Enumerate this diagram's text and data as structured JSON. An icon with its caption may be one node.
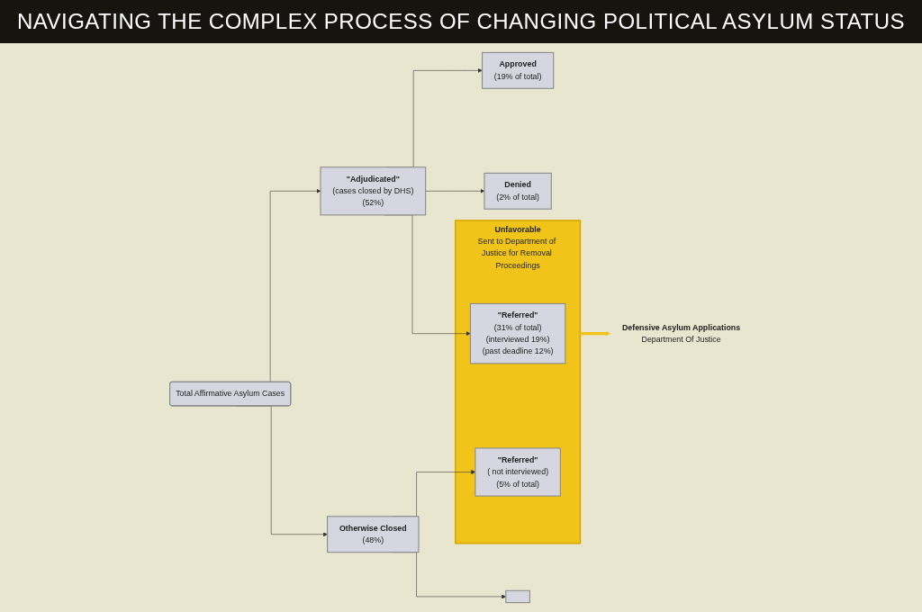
{
  "diagram": {
    "title": "NAVIGATING THE COMPLEX PROCESS OF CHANGING POLITICAL ASYLUM STATUS",
    "nodes": [
      {
        "text": [
          "Total Affirmative Asylum Cases"
        ]
      },
      {
        "text": [
          "\"Adjudicated\"",
          "(cases closed by DHS)",
          "(52%)"
        ]
      },
      {
        "text": [
          "Otherwise Closed",
          "(48%)"
        ]
      },
      {
        "text": [
          "Approved",
          "(19% of total)"
        ]
      },
      {
        "text": [
          "Denied",
          "(2% of total)"
        ]
      },
      {
        "text": [
          "Unfavorable",
          "Sent to Department of Justice for Removal Proceedings"
        ]
      },
      {
        "text": [
          "\"Referred\"",
          "(31% of total)",
          "(interviewed 19%)",
          "(past deadline 12%)"
        ],
        "in": 5
      },
      {
        "text": [
          "\"Referred\"",
          "( not interviewed)",
          "(5% of total)"
        ],
        "in": 5
      },
      {
        "text": [],
        "shape": "box"
      },
      {
        "text": [
          "Defensive Asylum Applications",
          "Department Of Justice"
        ]
      }
    ],
    "edges": [
      {
        "from": 0,
        "to": 1,
        "arrow": "to"
      },
      {
        "from": 0,
        "to": 2,
        "arrow": "to"
      },
      {
        "from": 1,
        "to": 3,
        "arrow": "to"
      },
      {
        "from": 1,
        "to": 4,
        "arrow": "to"
      },
      {
        "from": 1,
        "to": 6,
        "arrow": "to"
      },
      {
        "from": 2,
        "to": 7,
        "arrow": "to"
      },
      {
        "from": 2,
        "to": 8,
        "arrow": "to"
      },
      {
        "from": 5,
        "to": 9,
        "arrow": "to",
        "style": "thick",
        "color": "#f0c419"
      }
    ]
  }
}
